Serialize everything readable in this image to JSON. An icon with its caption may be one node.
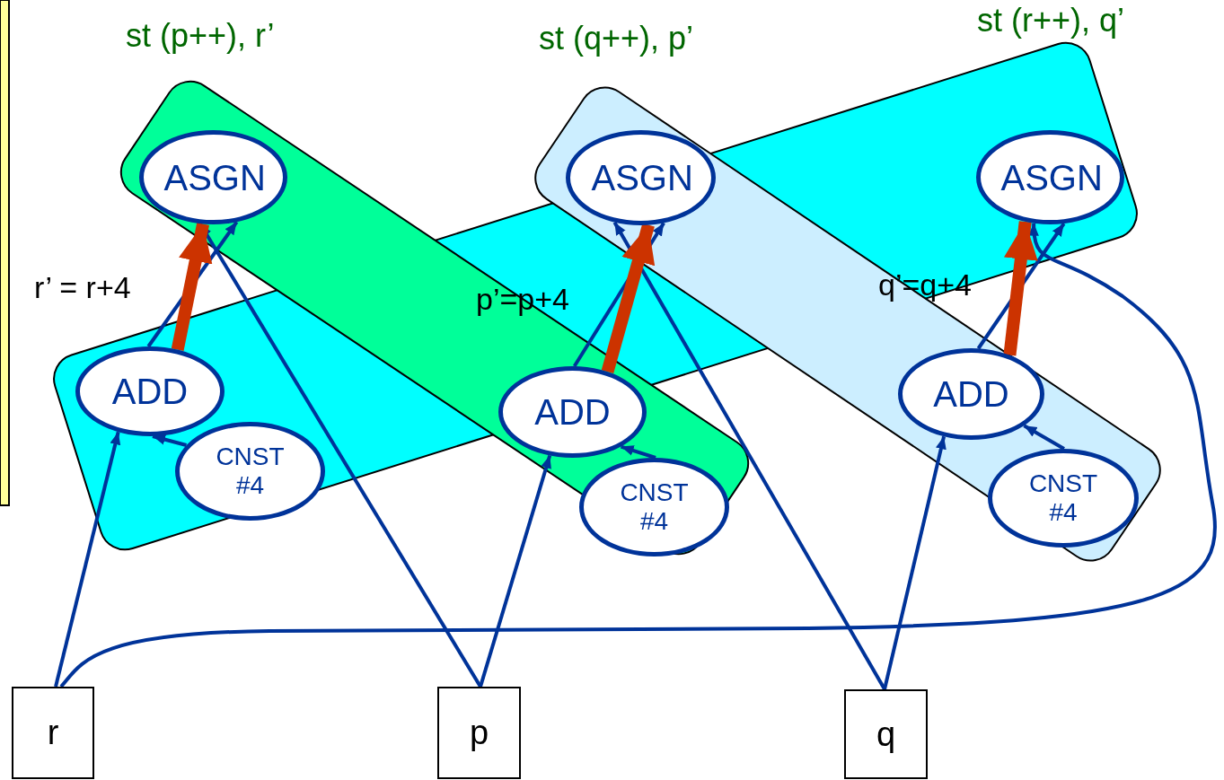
{
  "diagram": {
    "nodes": [
      {
        "text": [],
        "shape": "box"
      },
      {
        "text": [
          "ASGN"
        ]
      },
      {
        "text": [
          "ASGN"
        ]
      },
      {
        "text": [
          "ASGN"
        ]
      },
      {
        "text": [
          "ADD"
        ]
      },
      {
        "text": [
          "ADD"
        ]
      },
      {
        "text": [
          "ADD"
        ]
      },
      {
        "text": [
          "CNST #4"
        ]
      },
      {
        "text": [
          "CNST #4"
        ]
      },
      {
        "text": [
          "CNST #4"
        ]
      },
      {
        "text": [
          "r"
        ]
      },
      {
        "text": [
          "p"
        ]
      },
      {
        "text": [
          "q"
        ]
      }
    ],
    "edges": [
      {
        "from": 4,
        "to": 1,
        "arrow": "to"
      },
      {
        "from": 11,
        "to": 1,
        "arrow": "to"
      },
      {
        "from": 10,
        "to": 4,
        "arrow": "to"
      },
      {
        "from": 7,
        "to": 4,
        "arrow": "to"
      },
      {
        "from": 5,
        "to": 2,
        "arrow": "to"
      },
      {
        "from": 12,
        "to": 2,
        "arrow": "to"
      },
      {
        "from": 11,
        "to": 5,
        "arrow": "to"
      },
      {
        "from": 8,
        "to": 5,
        "arrow": "to"
      },
      {
        "from": 6,
        "to": 3,
        "arrow": "to"
      },
      {
        "from": 10,
        "to": 3,
        "arrow": "to"
      },
      {
        "from": 12,
        "to": 6,
        "arrow": "to"
      },
      {
        "from": 9,
        "to": 6,
        "arrow": "to"
      },
      {
        "from": 4,
        "to": 1,
        "arrow": "to",
        "style": "thick",
        "color": "#cc3300"
      },
      {
        "from": 5,
        "to": 2,
        "arrow": "to",
        "style": "thick",
        "color": "#cc3300"
      },
      {
        "from": 6,
        "to": 3,
        "arrow": "to",
        "style": "thick",
        "color": "#cc3300"
      }
    ],
    "labels": [
      "st (p++), r’",
      "st (q++), p’",
      "st (r++), q’",
      "r’ = r+4",
      "p’=p+4",
      "q’=q+4"
    ]
  }
}
